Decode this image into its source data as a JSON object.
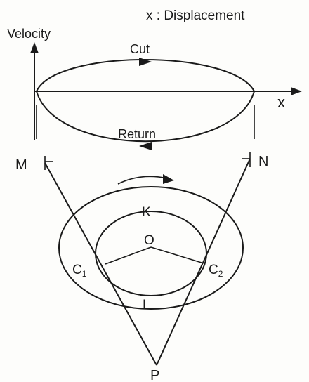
{
  "legend_text": "x : Displacement",
  "axes": {
    "y_label": "Velocity",
    "x_label": "x"
  },
  "strokes": {
    "cut_label": "Cut",
    "return_label": "Return"
  },
  "points": {
    "M": "M",
    "N": "N",
    "K": "K",
    "O": "O",
    "L": "L",
    "C1": "C",
    "C1_sub": "1",
    "C2": "C",
    "C2_sub": "2",
    "P": "P"
  },
  "colors": {
    "ink": "#1a1a1a",
    "paper": "#fdfdfb"
  }
}
